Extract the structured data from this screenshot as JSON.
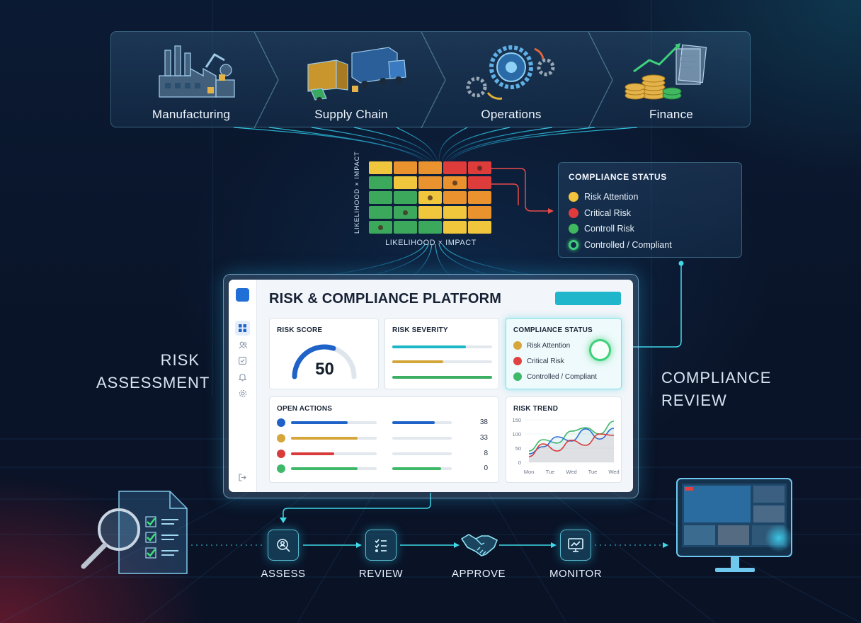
{
  "sectors": [
    {
      "label": "Manufacturing",
      "icon": "factory-icon"
    },
    {
      "label": "Supply Chain",
      "icon": "truck-icon"
    },
    {
      "label": "Operations",
      "icon": "gears-icon"
    },
    {
      "label": "Finance",
      "icon": "coins-chart-icon"
    }
  ],
  "matrix": {
    "ylabel": "LIKELIHOOD × IMPACT",
    "xlabel": "LIKELIHOOD × IMPACT",
    "rows": [
      [
        "yellow",
        "orange",
        "orange",
        "red",
        "red"
      ],
      [
        "green",
        "yellow",
        "orange",
        "orange",
        "red"
      ],
      [
        "green",
        "green",
        "yellow",
        "orange",
        "orange"
      ],
      [
        "green",
        "green",
        "yellow",
        "yellow",
        "orange"
      ],
      [
        "green",
        "green",
        "green",
        "yellow",
        "yellow"
      ]
    ],
    "dots": [
      [
        0,
        4
      ],
      [
        1,
        3
      ],
      [
        2,
        2
      ],
      [
        3,
        1
      ],
      [
        4,
        0
      ]
    ]
  },
  "compliance_top": {
    "title": "COMPLIANCE STATUS",
    "items": [
      {
        "label": "Risk Attention",
        "color": "#f3c33b",
        "ring": false
      },
      {
        "label": "Critical Risk",
        "color": "#e23b3b",
        "ring": false
      },
      {
        "label": "Controll Risk",
        "color": "#3fb860",
        "ring": false
      },
      {
        "label": "Controlled / Compliant",
        "color": "#3fd07a",
        "ring": true
      }
    ]
  },
  "side": {
    "left_line1": "RISK",
    "left_line2": "ASSESSMENT",
    "right_line1": "COMPLIANCE",
    "right_line2": "REVIEW"
  },
  "dashboard": {
    "title": "RISK & COMPLIANCE PLATFORM",
    "nav_icons": [
      "dashboard-icon",
      "users-icon",
      "checklist-icon",
      "bell-icon",
      "settings-icon"
    ],
    "logout_icon": "logout-icon",
    "risk_score": {
      "title": "RISK SCORE",
      "value": "50",
      "fraction": 0.6
    },
    "risk_severity": {
      "title": "RISK SEVERITY",
      "bars": [
        {
          "color": "#1fb6c8",
          "fraction": 0.74
        },
        {
          "color": "#d4a63a",
          "fraction": 0.51
        },
        {
          "color": "#3caf62",
          "fraction": 1.0
        }
      ]
    },
    "compliance": {
      "title": "COMPLIANCE STATUS",
      "items": [
        {
          "label": "Risk Attention",
          "color": "#d7a63a"
        },
        {
          "label": "Critical Risk",
          "color": "#e04242"
        },
        {
          "label": "Controlled / Compliant",
          "color": "#3fb86a"
        }
      ]
    },
    "open_actions": {
      "title": "OPEN ACTIONS",
      "rows": [
        {
          "color": "#1f63c8",
          "left": 0.66,
          "right": 0.72,
          "count": "38"
        },
        {
          "color": "#d7a63a",
          "left": 0.78,
          "right": 0.0,
          "count": "33"
        },
        {
          "color": "#d93b3b",
          "left": 0.5,
          "right": 0.0,
          "count": "8"
        },
        {
          "color": "#3fb86a",
          "left": 0.78,
          "right": 0.82,
          "count": "0"
        }
      ]
    },
    "risk_trend": {
      "title": "RISK TREND",
      "chart_data": {
        "type": "area",
        "categories": [
          "Mon",
          "Tue",
          "Wed",
          "Tue",
          "Wed"
        ],
        "ylim": [
          0,
          150
        ],
        "yticks": [
          "0",
          "50",
          "100",
          "150"
        ],
        "series": [
          {
            "color": "#3fb86a",
            "values": [
              40,
              80,
              68,
              110,
              122,
              100,
              145
            ]
          },
          {
            "color": "#2b6fd6",
            "values": [
              30,
              55,
              90,
              75,
              118,
              82,
              120
            ]
          },
          {
            "color": "#d93b3b",
            "values": [
              20,
              65,
              40,
              78,
              60,
              100,
              95
            ]
          }
        ]
      }
    }
  },
  "workflow": [
    {
      "label": "ASSESS",
      "icon": "person-search-icon"
    },
    {
      "label": "REVIEW",
      "icon": "checklist-icon"
    },
    {
      "label": "APPROVE",
      "icon": "handshake-icon"
    },
    {
      "label": "MONITOR",
      "icon": "monitor-chart-icon"
    }
  ],
  "colors": {
    "yellow": "#f0c63c",
    "orange": "#e9922e",
    "red": "#de3b3b",
    "green": "#3ca85c",
    "accent": "#1fb6cc"
  }
}
